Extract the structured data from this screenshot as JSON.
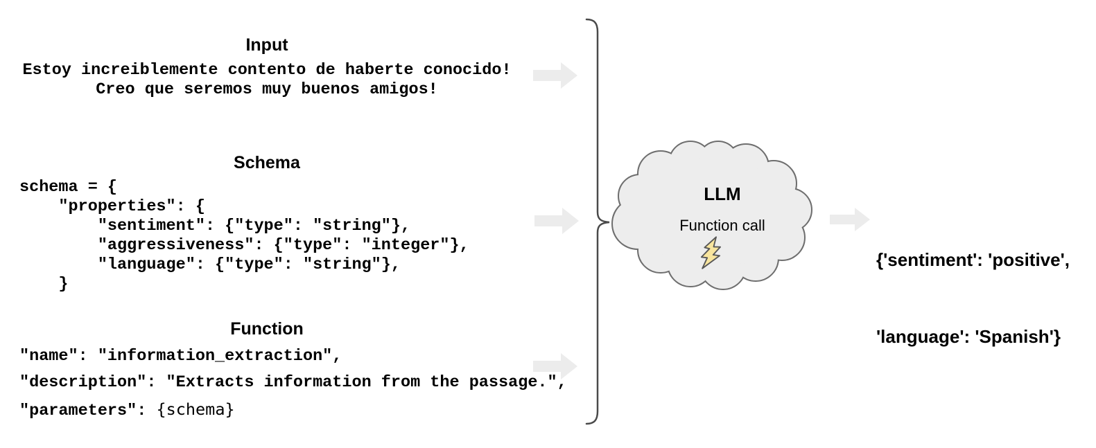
{
  "sections": {
    "input": {
      "title": "Input",
      "lines": [
        "Estoy increiblemente contento de haberte conocido!",
        "Creo que seremos muy buenos amigos!"
      ]
    },
    "schema": {
      "title": "Schema",
      "code": [
        "schema = {",
        "    \"properties\": {",
        "        \"sentiment\": {\"type\": \"string\"},",
        "        \"aggressiveness\": {\"type\": \"integer\"},",
        "        \"language\": {\"type\": \"string\"},",
        "    }"
      ]
    },
    "function": {
      "title": "Function",
      "code": [
        "\"name\": \"information_extraction\",",
        "\"description\": \"Extracts information from the passage.\","
      ],
      "parameters_label": "\"parameters\": ",
      "parameters_value": "{schema}"
    }
  },
  "llm": {
    "title": "LLM",
    "subtitle": "Function call",
    "icon": "lightning-bolt-icon"
  },
  "output": {
    "lines": [
      "{'sentiment': 'positive',",
      "'language': 'Spanish'}"
    ]
  },
  "icons": {
    "arrows": [
      "input-arrow-icon",
      "schema-arrow-icon",
      "function-arrow-icon",
      "output-arrow-icon"
    ],
    "brace": "grouping-brace"
  },
  "colors": {
    "background": "#ffffff",
    "text": "#000000",
    "arrow_fill": "#ececec",
    "cloud_fill": "#ededed",
    "cloud_stroke": "#6e6e6e",
    "brace_stroke": "#4a4a4a",
    "bolt_fill": "#f8e59e",
    "bolt_stroke": "#565656"
  }
}
